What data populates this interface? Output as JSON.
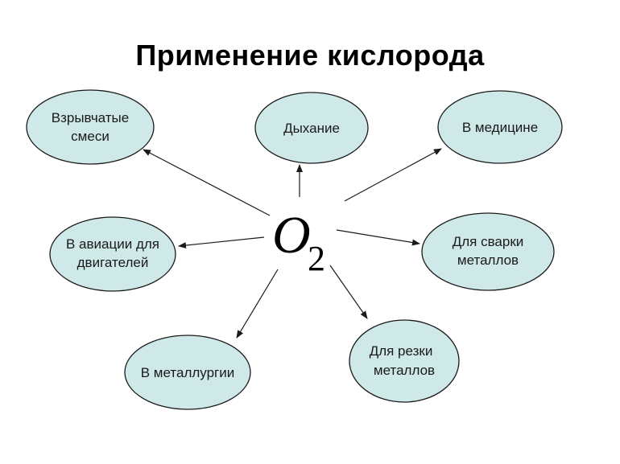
{
  "title": "Применение кислорода",
  "center": {
    "symbol": "O",
    "subscript": "2"
  },
  "nodes": [
    {
      "id": "explosives",
      "lines": [
        "Взрывчатые",
        "смеси"
      ]
    },
    {
      "id": "breathing",
      "lines": [
        "Дыхание"
      ]
    },
    {
      "id": "medicine",
      "lines": [
        "В медицине"
      ]
    },
    {
      "id": "aviation",
      "lines": [
        "В авиации для",
        "двигателей"
      ]
    },
    {
      "id": "welding",
      "lines": [
        "Для сварки",
        "металлов"
      ]
    },
    {
      "id": "metallurgy",
      "lines": [
        "В металлургии"
      ]
    },
    {
      "id": "cutting",
      "lines": [
        "Для резки",
        "металлов"
      ]
    }
  ],
  "colors": {
    "node_fill": "#cfe8e8",
    "node_stroke": "#1a1a1a",
    "arrow": "#1a1a1a"
  }
}
